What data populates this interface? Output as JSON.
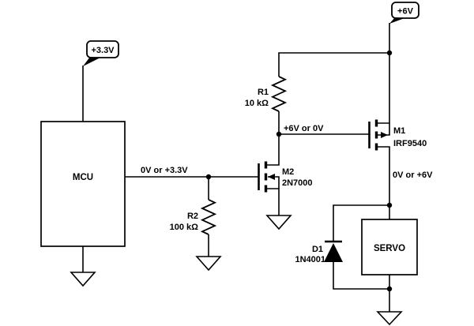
{
  "schematic": {
    "colors": {
      "line": "#000000",
      "text": "#000000",
      "background": "#ffffff",
      "fill": "#ffffff"
    },
    "power_flags": {
      "v33": {
        "label": "+3.3V"
      },
      "v6": {
        "label": "+6V"
      }
    },
    "blocks": {
      "mcu": {
        "label": "MCU"
      },
      "servo": {
        "label": "SERVO"
      }
    },
    "resistors": {
      "r1": {
        "ref": "R1",
        "value": "10 kΩ"
      },
      "r2": {
        "ref": "R2",
        "value": "100 kΩ"
      }
    },
    "transistors": {
      "m1": {
        "ref": "M1",
        "part": "IRF9540"
      },
      "m2": {
        "ref": "M2",
        "part": "2N7000"
      }
    },
    "diodes": {
      "d1": {
        "ref": "D1",
        "part": "1N4001"
      }
    },
    "net_labels": {
      "mcu_out": "0V or +3.3V",
      "m1_gate": "+6V or 0V",
      "m1_drain": "0V or +6V"
    }
  }
}
